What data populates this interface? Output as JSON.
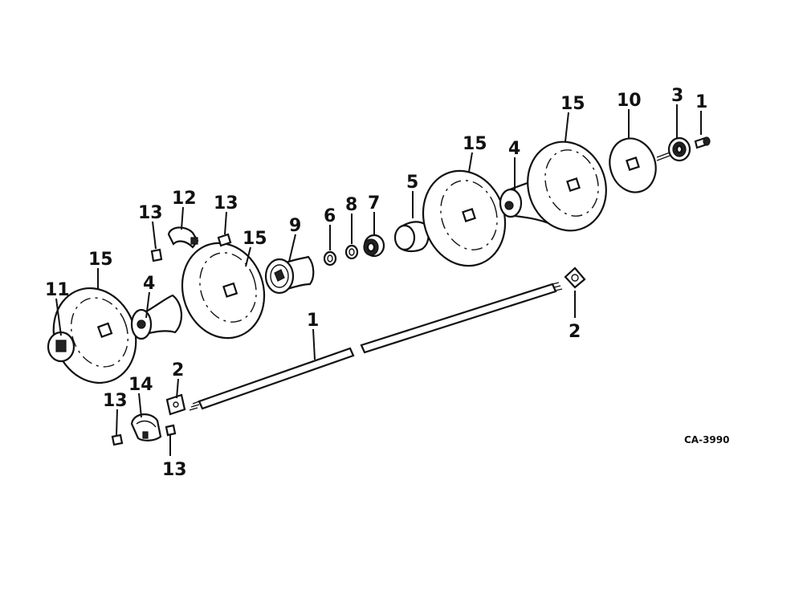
{
  "figure": {
    "drawing_id": "CA-3990",
    "callouts": [
      {
        "key": "1_axle",
        "text": "1"
      },
      {
        "key": "1_bolt",
        "text": "1"
      },
      {
        "key": "2_left",
        "text": "2"
      },
      {
        "key": "2_right",
        "text": "2"
      },
      {
        "key": "3",
        "text": "3"
      },
      {
        "key": "4_left",
        "text": "4"
      },
      {
        "key": "4_right",
        "text": "4"
      },
      {
        "key": "5",
        "text": "5"
      },
      {
        "key": "6",
        "text": "6"
      },
      {
        "key": "7",
        "text": "7"
      },
      {
        "key": "8",
        "text": "8"
      },
      {
        "key": "9",
        "text": "9"
      },
      {
        "key": "10",
        "text": "10"
      },
      {
        "key": "11",
        "text": "11"
      },
      {
        "key": "12",
        "text": "12"
      },
      {
        "key": "13_a",
        "text": "13"
      },
      {
        "key": "13_b",
        "text": "13"
      },
      {
        "key": "13_c",
        "text": "13"
      },
      {
        "key": "13_d",
        "text": "13"
      },
      {
        "key": "14",
        "text": "14"
      },
      {
        "key": "15_a",
        "text": "15"
      },
      {
        "key": "15_b",
        "text": "15"
      },
      {
        "key": "15_c",
        "text": "15"
      },
      {
        "key": "15_d",
        "text": "15"
      }
    ]
  }
}
